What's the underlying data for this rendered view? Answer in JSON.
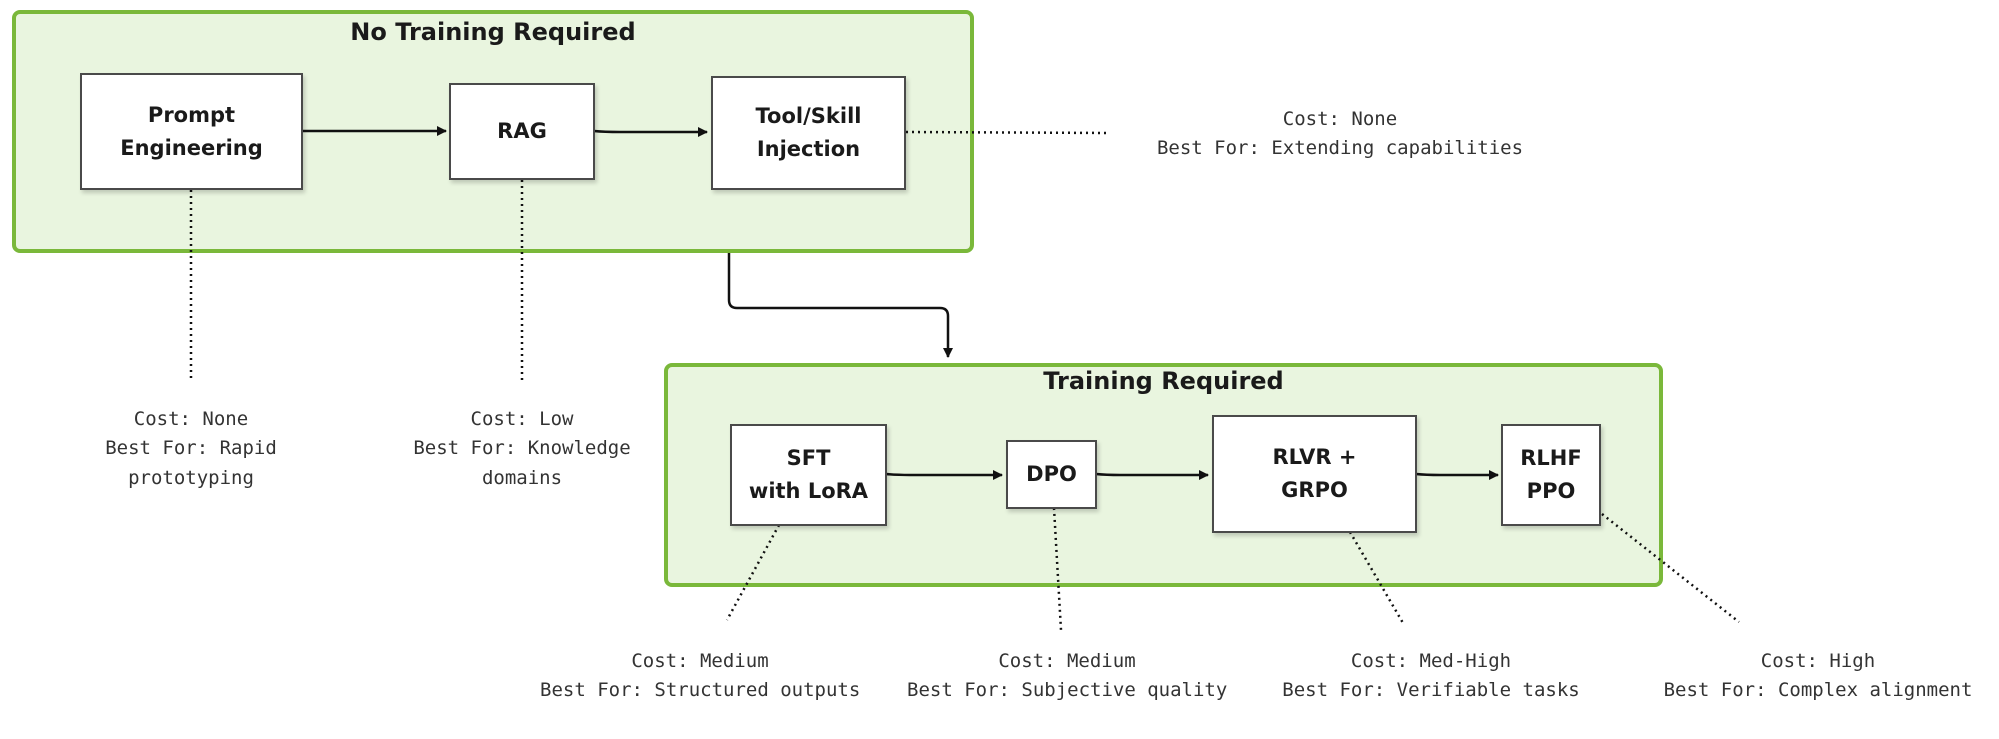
{
  "groups": {
    "no_training": {
      "title": "No Training Required"
    },
    "training": {
      "title": "Training Required"
    }
  },
  "nodes": {
    "prompt_engineering": {
      "line1": "Prompt",
      "line2": "Engineering"
    },
    "rag": {
      "line1": "RAG"
    },
    "tool_skill": {
      "line1": "Tool/Skill",
      "line2": "Injection"
    },
    "sft": {
      "line1": "SFT",
      "line2": "with LoRA"
    },
    "dpo": {
      "line1": "DPO"
    },
    "rlvr": {
      "line1": "RLVR +",
      "line2": "GRPO"
    },
    "rlhf": {
      "line1": "RLHF",
      "line2": "PPO"
    }
  },
  "notes": {
    "prompt_engineering": {
      "cost": "Cost: None",
      "best1": "Best For: Rapid",
      "best2": "prototyping"
    },
    "rag": {
      "cost": "Cost: Low",
      "best1": "Best For: Knowledge",
      "best2": "domains"
    },
    "tool_skill": {
      "cost": "Cost: None",
      "best1": "Best For: Extending capabilities"
    },
    "sft": {
      "cost": "Cost: Medium",
      "best1": "Best For: Structured outputs"
    },
    "dpo": {
      "cost": "Cost: Medium",
      "best1": "Best For: Subjective quality"
    },
    "rlvr": {
      "cost": "Cost: Med-High",
      "best1": "Best For: Verifiable tasks"
    },
    "rlhf": {
      "cost": "Cost: High",
      "best1": "Best For: Complex alignment"
    }
  },
  "colors": {
    "group_fill": "#e9f5df",
    "group_border": "#7ab83a",
    "node_border": "#4a4a4a",
    "arrow": "#111111"
  }
}
